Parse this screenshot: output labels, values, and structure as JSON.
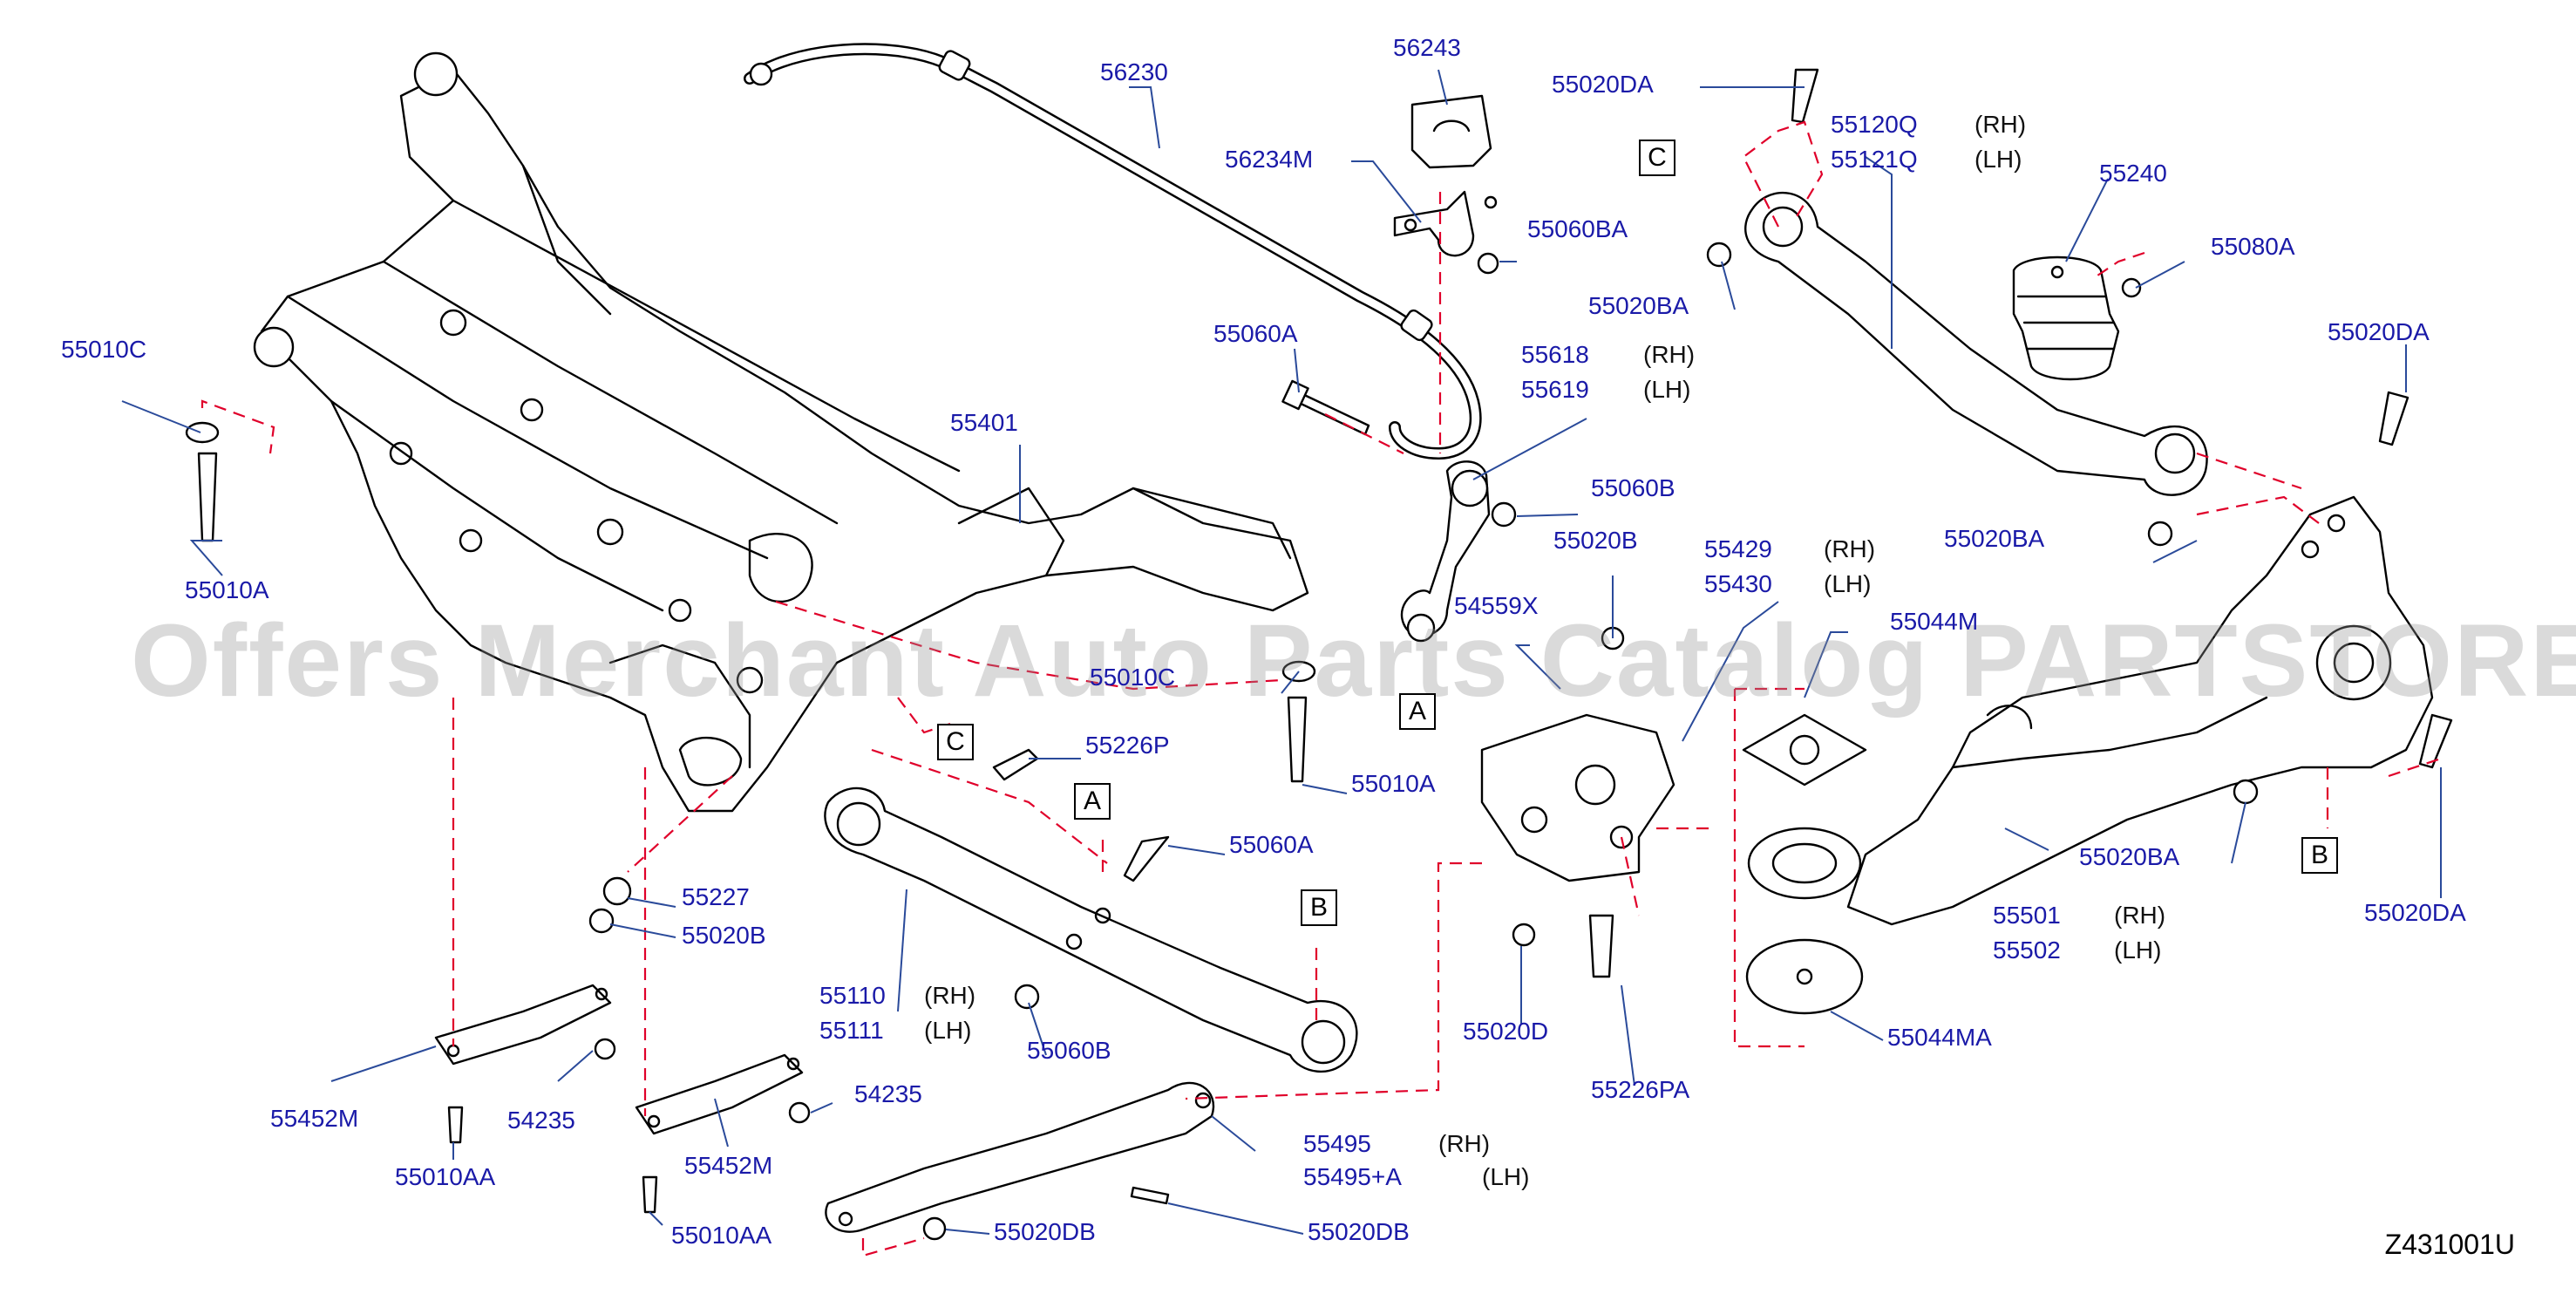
{
  "watermark": "Offers Merchant Auto Parts Catalog PARTSTORE.SA",
  "diagram_code": "Z431001U",
  "side_labels": {
    "rh": "(RH)",
    "lh": "(LH)"
  },
  "ref_markers": [
    "A",
    "B",
    "C"
  ],
  "part_numbers": {
    "p56230": "56230",
    "p56243": "56243",
    "p55020DA_top": "55020DA",
    "p55120Q": "55120Q",
    "p55121Q": "55121Q",
    "p56234M": "56234M",
    "p55060BA": "55060BA",
    "p55240": "55240",
    "p55080A": "55080A",
    "p55020BA_top": "55020BA",
    "p55010C_left": "55010C",
    "p55060A_top": "55060A",
    "p55618": "55618",
    "p55619": "55619",
    "p55020DA_right": "55020DA",
    "p55401": "55401",
    "p55060B_top": "55060B",
    "p55010A_left": "55010A",
    "p55020BA_mid": "55020BA",
    "p55020B_mid": "55020B",
    "p55429": "55429",
    "p55430": "55430",
    "p54559X": "54559X",
    "p55044M": "55044M",
    "p55010C_mid": "55010C",
    "p55226P": "55226P",
    "p55010A_mid": "55010A",
    "p55060A_mid": "55060A",
    "p55227": "55227",
    "p55020B_low": "55020B",
    "p55020BA_low": "55020BA",
    "p55501": "55501",
    "p55502": "55502",
    "p55020DA_low": "55020DA",
    "p55110": "55110",
    "p55111": "55111",
    "p55060B_low": "55060B",
    "p55020D": "55020D",
    "p55044MA": "55044MA",
    "p55452M_left": "55452M",
    "p54235_left": "54235",
    "p54235_right": "54235",
    "p55226PA": "55226PA",
    "p55010AA_left": "55010AA",
    "p55452M_right": "55452M",
    "p55495": "55495",
    "p55495A": "55495+A",
    "p55020DB_left": "55020DB",
    "p55020DB_right": "55020DB",
    "p55010AA_right": "55010AA"
  }
}
